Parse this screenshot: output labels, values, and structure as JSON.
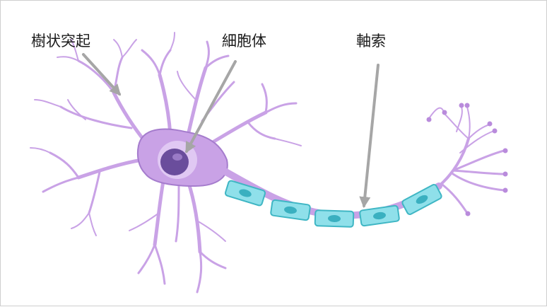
{
  "labels": {
    "dendrite": "樹状突起",
    "soma": "細胞体",
    "axon": "軸索"
  },
  "colors": {
    "neuron_fill": "#c9a2e6",
    "neuron_stroke": "#a57ccd",
    "nucleus": "#6a4d9c",
    "myelin_fill": "#8fe0ea",
    "myelin_stroke": "#3fb6c4",
    "myelin_core": "#3ab0c0",
    "arrow": "#a6a6a6"
  }
}
